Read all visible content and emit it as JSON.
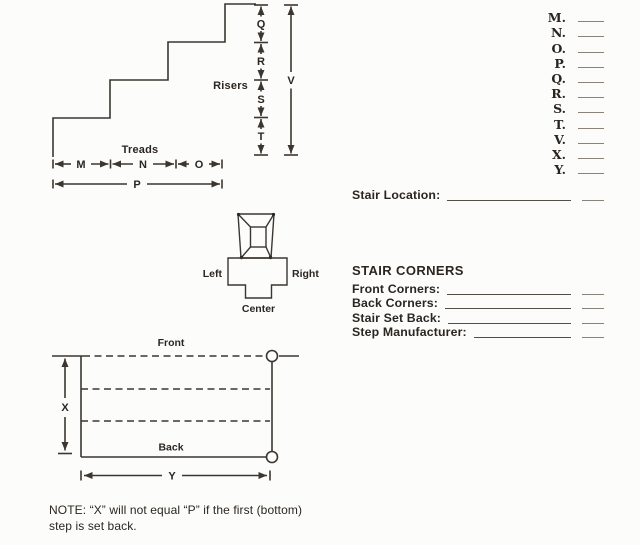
{
  "colors": {
    "ink": "#2b2620",
    "diagram_line": "#3b362f",
    "rule_dark": "#534e45",
    "rule_light": "#8a8379",
    "background": "#fcfcfa"
  },
  "stairs": {
    "risers_label": "Risers",
    "treads_label": "Treads",
    "riser_letters": [
      "Q",
      "R",
      "S",
      "T"
    ],
    "total_rise_letter": "V",
    "tread_letters": [
      "M",
      "N",
      "O"
    ],
    "total_run_letter": "P"
  },
  "measurements": {
    "items": [
      "M.",
      "N.",
      "O.",
      "P.",
      "Q.",
      "R.",
      "S.",
      "T.",
      "V.",
      "X.",
      "Y."
    ]
  },
  "stair_location": {
    "label": "Stair Location:"
  },
  "corner_diagram": {
    "left_label": "Left",
    "right_label": "Right",
    "center_label": "Center"
  },
  "stair_corners": {
    "heading": "STAIR CORNERS",
    "fields": [
      {
        "label": "Front Corners:"
      },
      {
        "label": "Back Corners:"
      },
      {
        "label": "Stair Set Back:"
      },
      {
        "label": "Step Manufacturer:"
      }
    ]
  },
  "plan_diagram": {
    "front_label": "Front",
    "back_label": "Back",
    "x_letter": "X",
    "y_letter": "Y"
  },
  "note": {
    "line1": "NOTE:  “X” will not equal “P” if the first (bottom)",
    "line2": "step is set back."
  }
}
